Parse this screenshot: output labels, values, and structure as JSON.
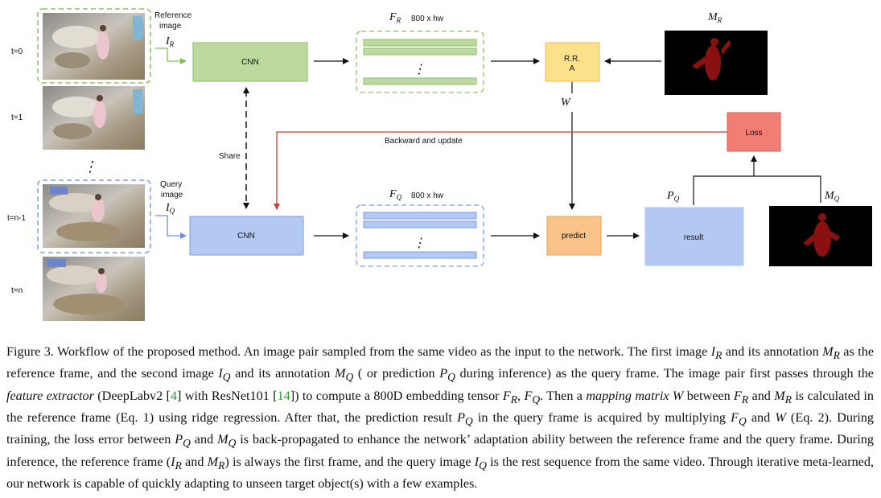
{
  "timesteps": [
    "t=0",
    "t=1",
    "t=n-1",
    "t=n"
  ],
  "dots": "⋮",
  "reference": {
    "label_line1": "Reference",
    "label_line2": "image",
    "symbol_main": "I",
    "symbol_sub": "R"
  },
  "query": {
    "label_line1": "Query",
    "label_line2": "image",
    "symbol_main": "I",
    "symbol_sub": "Q"
  },
  "cnn_label": "CNN",
  "share_label": "Share",
  "feature_ref": {
    "symbol_main": "F",
    "symbol_sub": "R",
    "dims": "800 x hw"
  },
  "feature_query": {
    "symbol_main": "F",
    "symbol_sub": "Q",
    "dims": "800 x hw"
  },
  "rra": {
    "line1": "R.R.",
    "line2": "A"
  },
  "w_label": "W",
  "mask_ref": {
    "symbol_main": "M",
    "symbol_sub": "R"
  },
  "mask_query": {
    "symbol_main": "M",
    "symbol_sub": "Q"
  },
  "loss_label": "Loss",
  "backward_label": "Backward and update",
  "predict_label": "predict",
  "result_label": "result",
  "pred_symbol": {
    "symbol_main": "P",
    "symbol_sub": "Q"
  },
  "colors": {
    "green_box": "#bcdaa0",
    "green_border": "#8cbf5f",
    "blue_box": "#b3c8f2",
    "blue_border": "#7e9ee6",
    "rra_box": "#fde08a",
    "predict_box": "#f8c48a",
    "loss_box": "#f17e74",
    "red_arrow": "#d93a2b"
  },
  "caption": {
    "s1": "Figure 3. Workflow of the proposed method. An image pair sampled from the same video as the input to the network. The first image ",
    "s2": " and its annotation ",
    "s3": " as the reference frame, and the second image ",
    "s4": " and its annotation ",
    "s5": " ( or prediction ",
    "s6": " during inference) as the query frame. The image pair first passes through the ",
    "s7_italic": "feature extractor",
    "s8": " (DeepLabv2 [",
    "ref1": "4",
    "s9": "] with ResNet101 [",
    "ref2": "14",
    "s10": "]) to compute a 800D embedding tensor ",
    "s11": ". Then a ",
    "s12_italic": "mapping matrix W",
    "s13": " between ",
    "s14": " and ",
    "s15": " is calculated in the reference frame (Eq. 1) using ridge regression. After that, the prediction result ",
    "s16": " in the query frame is acquired by multiplying ",
    "s17": " and ",
    "s18_italic": "W",
    "s19": " (Eq. 2). During training, the loss error between ",
    "s20": " and ",
    "s21": " is back-propagated to enhance the network’ adaptation ability between the reference frame and the query frame. During inference, the reference frame (",
    "s22": " and ",
    "s23": ") is always the first frame, and the query image ",
    "s24": " is the rest sequence from the same video. Through iterative meta-learned, our network is capable of quickly adapting to unseen target object(s) with a few examples.",
    "m_IR": "I",
    "m_IR_sub": "R",
    "m_MR": "M",
    "m_MR_sub": "R",
    "m_IQ": "I",
    "m_IQ_sub": "Q",
    "m_MQ": "M",
    "m_MQ_sub": "Q",
    "m_PQ": "P",
    "m_PQ_sub": "Q",
    "m_FR": "F",
    "m_FR_sub": "R",
    "m_FQ": "F",
    "m_FQ_sub": "Q",
    "comma": ", "
  }
}
